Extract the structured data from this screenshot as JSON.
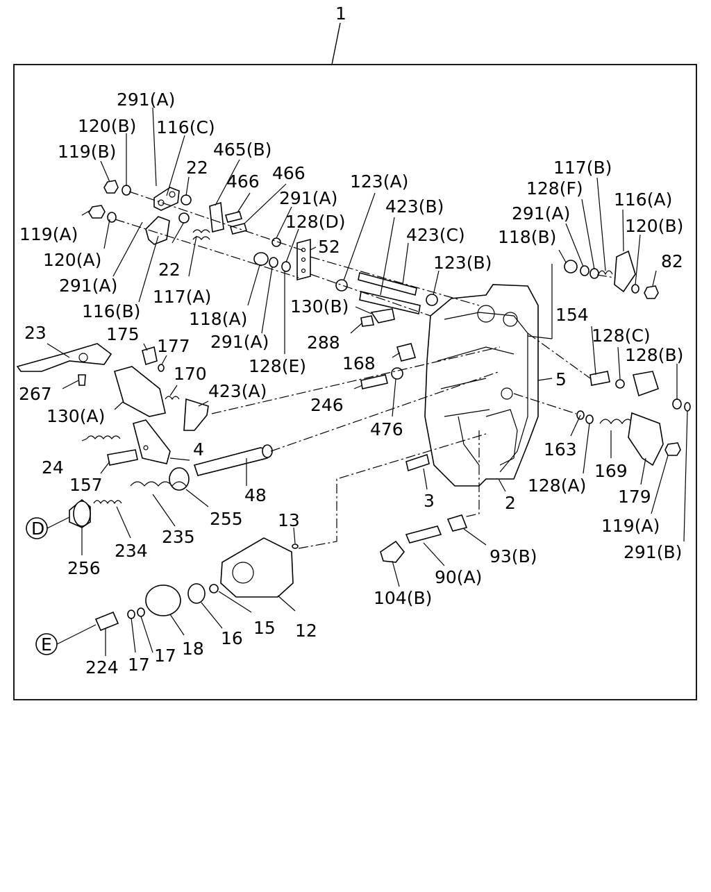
{
  "diagram": {
    "assembly_number": "1",
    "callouts": {
      "c291A_1": "291(A)",
      "c120B_1": "120(B)",
      "c116C": "116(C)",
      "c119B": "119(B)",
      "c22_1": "22",
      "c465B": "465(B)",
      "c466_1": "466",
      "c466_2": "466",
      "c291A_2": "291(A)",
      "c128D": "128(D)",
      "c52": "52",
      "c119A_1": "119(A)",
      "c120A": "120(A)",
      "c291A_3": "291(A)",
      "c22_2": "22",
      "c117A": "117(A)",
      "c116B": "116(B)",
      "c118A": "118(A)",
      "c291A_4": "291(A)",
      "c128E": "128(E)",
      "c123A": "123(A)",
      "c423B": "423(B)",
      "c423C": "423(C)",
      "c123B": "123(B)",
      "c130B": "130(B)",
      "c288": "288",
      "c117B": "117(B)",
      "c128F": "128(F)",
      "c116A": "116(A)",
      "c291A_5": "291(A)",
      "c120B_2": "120(B)",
      "c118B": "118(B)",
      "c82": "82",
      "c154": "154",
      "c128C": "128(C)",
      "c128B": "128(B)",
      "c23": "23",
      "c175": "175",
      "c177": "177",
      "c170": "170",
      "c423A": "423(A)",
      "c267": "267",
      "c130A": "130(A)",
      "c168": "168",
      "c246": "246",
      "c476": "476",
      "c5": "5",
      "c24": "24",
      "c4": "4",
      "c157": "157",
      "c48": "48",
      "c255": "255",
      "c235": "235",
      "c234": "234",
      "c256": "256",
      "cD": "D",
      "c13": "13",
      "c3": "3",
      "c2": "2",
      "c163": "163",
      "c128A": "128(A)",
      "c169": "169",
      "c179": "179",
      "c119A_2": "119(A)",
      "c291B": "291(B)",
      "c93B": "93(B)",
      "c90A": "90(A)",
      "c104B": "104(B)",
      "c12": "12",
      "c15": "15",
      "c16": "16",
      "c18": "18",
      "c17_1": "17",
      "c17_2": "17",
      "c224": "224",
      "cE": "E"
    }
  }
}
